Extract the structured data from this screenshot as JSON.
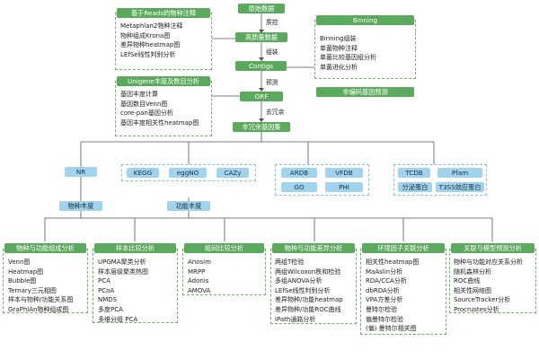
{
  "flow": {
    "raw": "原始数据",
    "qc": "质控",
    "clean": "高质量数据",
    "assemble": "组装",
    "contigs": "Contigs",
    "predict": "预测",
    "orf": "ORF",
    "dedup": "去冗余",
    "geneset": "非冗余基因集"
  },
  "reads_panel": {
    "title": "基于Reads的物种注释",
    "items": [
      "Metaphlan2物种注释",
      "物种组成Krona图",
      "差异物种heatmap图",
      "LEfSe线性判别分析"
    ]
  },
  "unigene_panel": {
    "title": "Unigene丰度及数目分析",
    "items": [
      "基因丰度计算",
      "基因数目Venn图",
      "core-pan基因分析",
      "基因丰度相关性heatmap图"
    ]
  },
  "binning_panel": {
    "title": "Binning",
    "items": [
      "Binning组装",
      "单菌物种注释",
      "单菌比较基因组分析",
      "单菌进化分析"
    ]
  },
  "noncoding": "非编码基因预测",
  "databases": {
    "nr": "NR",
    "func": [
      "KEGG",
      "eggNO",
      "CAZy"
    ],
    "group3": [
      "ARDB",
      "VFDB",
      "GO",
      "PHI"
    ],
    "group4": [
      "TCDB",
      "Pfam",
      "分泌蛋白",
      "T3SS效应蛋白"
    ]
  },
  "abundance": {
    "species": "物种丰度",
    "function": "功能丰度"
  },
  "analyses": [
    {
      "title": "物种与功能组成分析",
      "items": [
        "Venn图",
        "Heatmap图",
        "Bubble图",
        "Ternary三元相图",
        "样本与物种/功能关系图",
        "GraPhlAn物种组成图"
      ]
    },
    {
      "title": "样本比较分析",
      "items": [
        "UPGMA聚类分析",
        "样本层级聚类热图",
        "PCA",
        "PCoA",
        "NMDS",
        "多度PCA",
        "多维分组 PCA"
      ]
    },
    {
      "title": "组间比较分析",
      "items": [
        "Anosim",
        "MRPP",
        "Adonis",
        "AMOVA"
      ]
    },
    {
      "title": "物种与功能差异分析",
      "items": [
        "两组T检验",
        "两组Wilcoxon秩和检验",
        "多组ANOVA分析",
        "LEfSe线性判别分析",
        "差异物种/功能heatmap",
        "差异物种/功能ROC曲线",
        "iPath通路分析"
      ]
    },
    {
      "title": "环境因子关联分析",
      "items": [
        "相关性heatmap图",
        "MaAslin分析",
        "RDA/CCA分析",
        "dbRDA分析",
        "VPA方差分析",
        "曼特尔检验",
        "偏曼特尔检验",
        "(偏) 曼特尔相关图"
      ]
    },
    {
      "title": "关联与模型预测分析",
      "items": [
        "物种与功能对应关系分析",
        "随机森林分析",
        "ROC曲线",
        "相关性网络图",
        "SourceTracker分析",
        "Procrustes分析"
      ]
    }
  ]
}
